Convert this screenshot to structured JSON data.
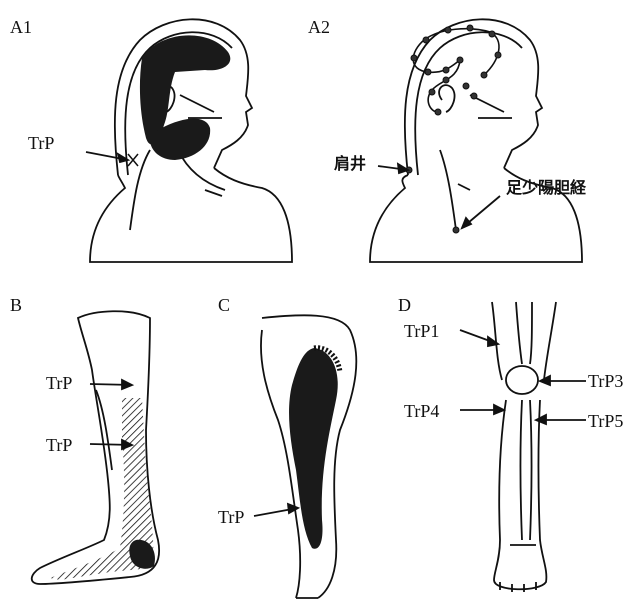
{
  "colors": {
    "ink": "#111111",
    "fill": "#1a1a1a",
    "paper": "#ffffff"
  },
  "panels": {
    "a1": {
      "letter": "A1",
      "trp": "TrP"
    },
    "a2": {
      "letter": "A2",
      "point": "肩井",
      "meridian": "足少陽胆経"
    },
    "b": {
      "letter": "B",
      "trp1": "TrP",
      "trp2": "TrP"
    },
    "c": {
      "letter": "C",
      "trp": "TrP"
    },
    "d": {
      "letter": "D",
      "trp1": "TrP1",
      "trp3": "TrP3",
      "trp4": "TrP4",
      "trp5": "TrP5"
    }
  }
}
